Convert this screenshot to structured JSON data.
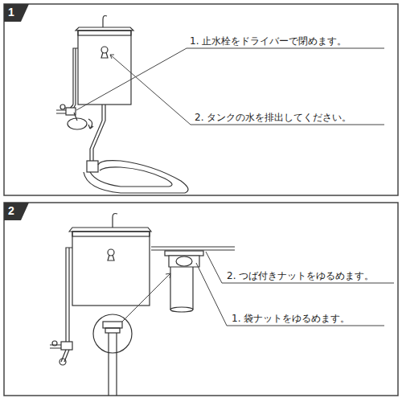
{
  "diagram": {
    "labels": [
      "1",
      "1. 止水栓をドライバーで閉めます。",
      "2. タンクの水を排出してください。",
      "2",
      "2. つば付きナットをゆるめます。",
      "1. 袋ナットをゆるめます。"
    ]
  }
}
